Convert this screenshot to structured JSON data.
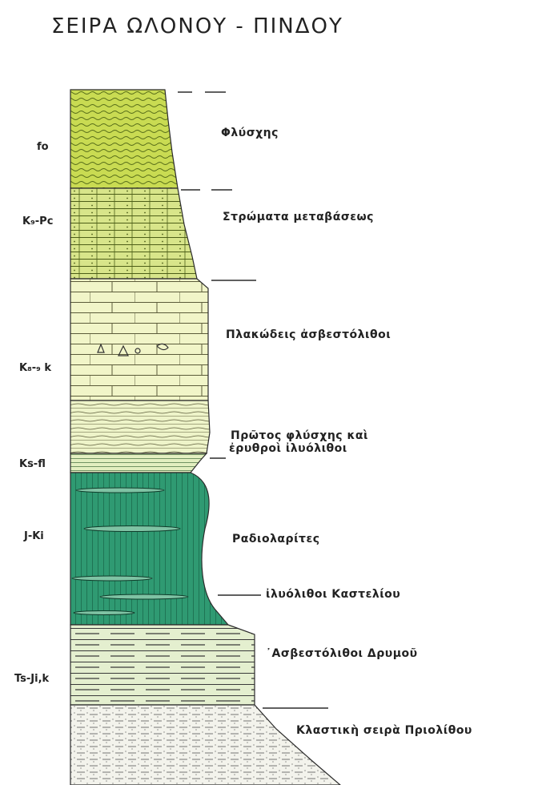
{
  "title": "ΣΕΙΡΑ ΩΛΟΝΟΥ - ΠΙΝΔΟΥ",
  "codes": [
    "fo",
    "K₉-Pc",
    "K₈-₉ k",
    "Ks-fl",
    "J-Ki",
    "Ts-Ji,k"
  ],
  "units": [
    "Φλύσχης",
    "Στρώματα μεταβάσεως",
    "Πλακώδεις ἀσβεστόλιθοι",
    "Πρῶτος φλύσχης καὶ",
    "ἐρυθροὶ ἰλυόλιθοι",
    "Ραδιολαρίτες",
    "ἰλυόλιθοι Καστελίου",
    "᾿Ασβεστόλιθοι Δρυμοῦ",
    "Κλαστικὴ σειρὰ Πριολίθου"
  ],
  "colors": {
    "flysch": "#c9db52",
    "transition": "#d8e58a",
    "limestone": "#f1f5c8",
    "red_siltstone": "#e3efc0",
    "radiolarite": "#2f9a72",
    "drymos": "#e4efcf",
    "clastic": "#f3f3ec",
    "line": "#2b2b2b"
  }
}
